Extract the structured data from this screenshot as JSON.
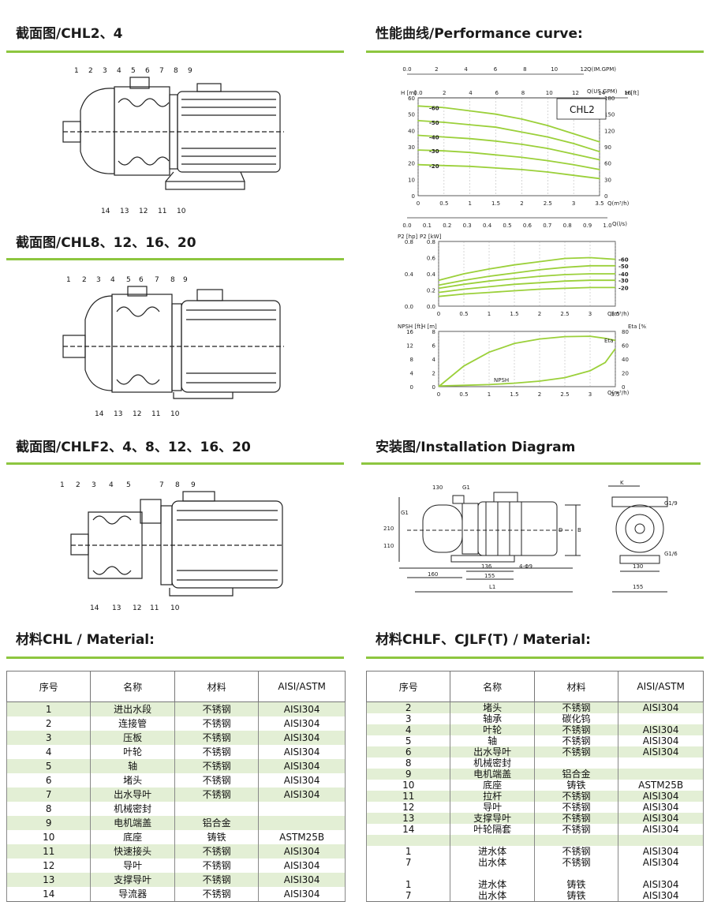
{
  "sections": {
    "s1": "截面图/CHL2、4",
    "s2": "截面图/CHL8、12、16、20",
    "s3": "截面图/CHLF2、4、8、12、16、20",
    "s4": "性能曲线/Performance curve:",
    "s5": "安装图/Installation Diagram",
    "s6": "材料CHL / Material:",
    "s7": "材料CHLF、CJLF(T) / Material:"
  },
  "colors": {
    "accent": "#8dc63f",
    "row_alt": "#e3efd5",
    "curve": "#9bd03a"
  },
  "cross1": {
    "top_nums": [
      "1",
      "2",
      "3",
      "4",
      "5",
      "6",
      "7",
      "8",
      "9"
    ],
    "bottom_nums": [
      "14",
      "13",
      "12",
      "11",
      "10"
    ]
  },
  "cross2": {
    "top_nums": [
      "1",
      "2",
      "3",
      "4",
      "5",
      "6",
      "7",
      "8",
      "9"
    ],
    "bottom_nums": [
      "14",
      "13",
      "12",
      "11",
      "10"
    ]
  },
  "cross3": {
    "top_nums": [
      "1",
      "2",
      "3",
      "4",
      "5",
      "7",
      "8",
      "9"
    ],
    "bottom_nums": [
      "14",
      "13",
      "12",
      "11",
      "10"
    ]
  },
  "perf": {
    "model": "CHL2",
    "q_imp_label": "Q(IM.GPM)",
    "q_imp_ticks": [
      "0.0",
      "2",
      "4",
      "6",
      "8",
      "10",
      "12"
    ],
    "q_us_label": "Q(US.GPM)",
    "q_us_ticks": [
      "0.0",
      "2",
      "4",
      "6",
      "8",
      "10",
      "12",
      "14",
      "16"
    ],
    "h_unit": "H [m]",
    "h_ticks": [
      "0",
      "10",
      "20",
      "30",
      "40",
      "50",
      "60"
    ],
    "h_ft_unit": "H [ft]",
    "h_ft_ticks": [
      "0",
      "30",
      "60",
      "90",
      "120",
      "150",
      "180"
    ],
    "q_m3_label": "Q(m³/h)",
    "q_m3_ticks": [
      "0",
      "0.5",
      "1",
      "1.5",
      "2",
      "2.5",
      "3",
      "3.5"
    ],
    "q_ls_label": "Q(l/s)",
    "q_ls_ticks": [
      "0.0",
      "0.1",
      "0.2",
      "0.3",
      "0.4",
      "0.5",
      "0.6",
      "0.7",
      "0.8",
      "0.9",
      "1.0"
    ],
    "curve_labels": [
      "-60",
      "-50",
      "-40",
      "-30",
      "-20"
    ],
    "p2_hp_unit": "P2 [hp]",
    "p2_kw_unit": "P2 [kW]",
    "p2_hp_ticks": [
      "0.0",
      "0.4",
      "0.8"
    ],
    "p2_kw_ticks": [
      "0.0",
      "0.2",
      "0.4",
      "0.6",
      "0.8"
    ],
    "p2_labels": [
      "-60",
      "-50",
      "-40",
      "-30",
      "-20"
    ],
    "npsh_unit": "NPSH [ft]",
    "npsh_m_unit": "H [m]",
    "npsh_ft_ticks": [
      "0",
      "4",
      "8",
      "12",
      "16"
    ],
    "npsh_m_ticks": [
      "0",
      "2",
      "4",
      "6",
      "8"
    ],
    "eff_unit": "Eta [%]",
    "eff_ticks": [
      "0",
      "20",
      "40",
      "60",
      "80"
    ],
    "eff_label": "Eta",
    "npsh_label": "NPSH"
  },
  "chart_data": [
    {
      "type": "line",
      "title": "CHL2",
      "xlabel": "Q(m³/h)",
      "ylabel": "H [m]",
      "xlim": [
        0,
        3.5
      ],
      "ylim": [
        0,
        60
      ],
      "series": [
        {
          "name": "-60",
          "x": [
            0,
            0.5,
            1,
            1.5,
            2,
            2.5,
            3,
            3.5
          ],
          "values": [
            55,
            54,
            52,
            50,
            47,
            43,
            38,
            33
          ]
        },
        {
          "name": "-50",
          "x": [
            0,
            0.5,
            1,
            1.5,
            2,
            2.5,
            3,
            3.5
          ],
          "values": [
            46,
            45,
            43.5,
            42,
            39,
            36,
            32,
            27
          ]
        },
        {
          "name": "-40",
          "x": [
            0,
            0.5,
            1,
            1.5,
            2,
            2.5,
            3,
            3.5
          ],
          "values": [
            37,
            36,
            35,
            33.5,
            31.5,
            29,
            25.5,
            22
          ]
        },
        {
          "name": "-30",
          "x": [
            0,
            0.5,
            1,
            1.5,
            2,
            2.5,
            3,
            3.5
          ],
          "values": [
            28,
            27.5,
            26.5,
            25,
            23.5,
            21.5,
            19,
            16
          ]
        },
        {
          "name": "-20",
          "x": [
            0,
            0.5,
            1,
            1.5,
            2,
            2.5,
            3,
            3.5
          ],
          "values": [
            19,
            18.5,
            18,
            17,
            16,
            14.5,
            12.5,
            10.5
          ]
        }
      ]
    },
    {
      "type": "line",
      "xlabel": "Q(m³/h)",
      "ylabel": "P2 [kW]",
      "xlim": [
        0,
        3.5
      ],
      "ylim": [
        0,
        0.8
      ],
      "series": [
        {
          "name": "-60",
          "x": [
            0,
            0.5,
            1,
            1.5,
            2,
            2.5,
            3,
            3.5
          ],
          "values": [
            0.32,
            0.4,
            0.46,
            0.51,
            0.55,
            0.59,
            0.6,
            0.58
          ]
        },
        {
          "name": "-50",
          "x": [
            0,
            0.5,
            1,
            1.5,
            2,
            2.5,
            3,
            3.5
          ],
          "values": [
            0.26,
            0.32,
            0.37,
            0.41,
            0.45,
            0.48,
            0.5,
            0.5
          ]
        },
        {
          "name": "-40",
          "x": [
            0,
            0.5,
            1,
            1.5,
            2,
            2.5,
            3,
            3.5
          ],
          "values": [
            0.22,
            0.27,
            0.31,
            0.34,
            0.37,
            0.39,
            0.4,
            0.4
          ]
        },
        {
          "name": "-30",
          "x": [
            0,
            0.5,
            1,
            1.5,
            2,
            2.5,
            3,
            3.5
          ],
          "values": [
            0.17,
            0.21,
            0.24,
            0.27,
            0.29,
            0.31,
            0.32,
            0.32
          ]
        },
        {
          "name": "-20",
          "x": [
            0,
            0.5,
            1,
            1.5,
            2,
            2.5,
            3,
            3.5
          ],
          "values": [
            0.12,
            0.15,
            0.17,
            0.19,
            0.21,
            0.22,
            0.23,
            0.23
          ]
        }
      ]
    },
    {
      "type": "line",
      "xlabel": "Q(m³/h)",
      "ylabel": "NPSH [ft]",
      "xlim": [
        0,
        3.5
      ],
      "ylim": [
        0,
        16
      ],
      "series": [
        {
          "name": "Eta",
          "x": [
            0,
            0.5,
            1,
            1.5,
            2,
            2.5,
            3,
            3.3,
            3.5
          ],
          "values": [
            0,
            6,
            10,
            12.5,
            13.8,
            14.5,
            14.6,
            14,
            13.4
          ]
        },
        {
          "name": "NPSH",
          "x": [
            0,
            0.5,
            1,
            1.5,
            2,
            2.5,
            3,
            3.3,
            3.5
          ],
          "values": [
            0.2,
            0.4,
            0.6,
            1,
            1.6,
            2.6,
            4.6,
            7,
            11
          ]
        }
      ]
    }
  ],
  "install": {
    "dims": {
      "d130": "130",
      "g1": "G1",
      "g1b": "G1",
      "d210": "210",
      "d110": "110",
      "d160": "160",
      "d136": "136",
      "d155": "155",
      "l1": "L1",
      "d_big": "D",
      "b": "B",
      "hole": "4-Φ9",
      "k": "K",
      "d_gs1": "G1/9",
      "d_gs2": "G1/6",
      "d130b": "130",
      "d155b": "155"
    }
  },
  "table1": {
    "headers": [
      "序号",
      "名称",
      "材料",
      "AISI/ASTM"
    ],
    "rows": [
      [
        "1",
        "进出水段",
        "不锈钢",
        "AISI304"
      ],
      [
        "2",
        "连接管",
        "不锈钢",
        "AISI304"
      ],
      [
        "3",
        "压板",
        "不锈钢",
        "AISI304"
      ],
      [
        "4",
        "叶轮",
        "不锈钢",
        "AISI304"
      ],
      [
        "5",
        "轴",
        "不锈钢",
        "AISI304"
      ],
      [
        "6",
        "堵头",
        "不锈钢",
        "AISI304"
      ],
      [
        "7",
        "出水导叶",
        "不锈钢",
        "AISI304"
      ],
      [
        "8",
        "机械密封",
        "",
        ""
      ],
      [
        "9",
        "电机端盖",
        "铝合金",
        ""
      ],
      [
        "10",
        "底座",
        "铸铁",
        "ASTM25B"
      ],
      [
        "11",
        "快速接头",
        "不锈钢",
        "AISI304"
      ],
      [
        "12",
        "导叶",
        "不锈钢",
        "AISI304"
      ],
      [
        "13",
        "支撑导叶",
        "不锈钢",
        "AISI304"
      ],
      [
        "14",
        "导流器",
        "不锈钢",
        "AISI304"
      ]
    ]
  },
  "table2": {
    "headers": [
      "序号",
      "名称",
      "材料",
      "AISI/ASTM"
    ],
    "rows": [
      [
        "2",
        "堵头",
        "不锈钢",
        "AISI304"
      ],
      [
        "3",
        "轴承",
        "碳化钨",
        ""
      ],
      [
        "4",
        "叶轮",
        "不锈钢",
        "AISI304"
      ],
      [
        "5",
        "轴",
        "不锈钢",
        "AISI304"
      ],
      [
        "6",
        "出水导叶",
        "不锈钢",
        "AISI304"
      ],
      [
        "8",
        "机械密封",
        "",
        ""
      ],
      [
        "9",
        "电机端盖",
        "铝合金",
        ""
      ],
      [
        "10",
        "底座",
        "铸铁",
        "ASTM25B"
      ],
      [
        "11",
        "拉杆",
        "不锈钢",
        "AISI304"
      ],
      [
        "12",
        "导叶",
        "不锈钢",
        "AISI304"
      ],
      [
        "13",
        "支撑导叶",
        "不锈钢",
        "AISI304"
      ],
      [
        "14",
        "叶轮隔套",
        "不锈钢",
        "AISI304"
      ],
      [
        "",
        "",
        "",
        ""
      ],
      [
        "1",
        "进水体",
        "不锈钢",
        "AISI304"
      ],
      [
        "7",
        "出水体",
        "不锈钢",
        "AISI304"
      ],
      [
        "",
        "",
        "",
        ""
      ],
      [
        "1",
        "进水体",
        "铸铁",
        "AISI304"
      ],
      [
        "7",
        "出水体",
        "铸铁",
        "AISI304"
      ]
    ]
  }
}
